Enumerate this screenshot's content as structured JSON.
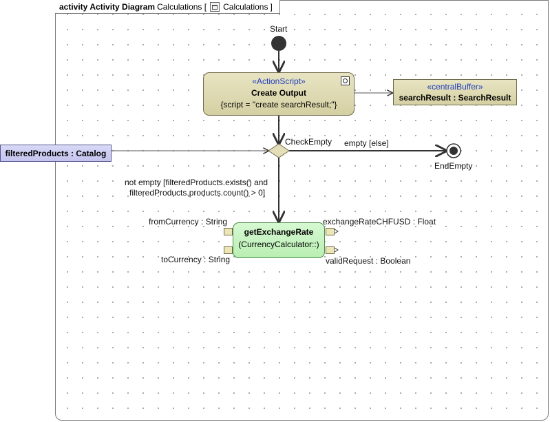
{
  "frame": {
    "kind": "activity",
    "diagram_type": "Activity Diagram",
    "owner_prefix": "Calculations [",
    "owner_name": "Calculations",
    "owner_suffix": "]",
    "icon": "activity-icon"
  },
  "nodes": {
    "start": {
      "label": "Start"
    },
    "create_output": {
      "stereotype": "«ActionScript»",
      "name": "Create Output",
      "body": "{script = \"create searchResult;\"}"
    },
    "search_result": {
      "stereotype": "«centralBuffer»",
      "name": "searchResult : SearchResult"
    },
    "filtered_products": {
      "name": "filteredProducts : Catalog"
    },
    "decision": {
      "label": "CheckEmpty"
    },
    "end": {
      "label": "EndEmpty"
    },
    "get_exchange_rate": {
      "name": "getExchangeRate",
      "sub": "(CurrencyCalculator::)"
    }
  },
  "edges": {
    "else_guard": "empty [else]",
    "not_empty_guard_line1": "not empty [filteredProducts.exists() and",
    "not_empty_guard_line2": "filteredProducts.products.count() > 0]"
  },
  "pins": {
    "from_currency": "fromCurrency : String",
    "to_currency": "toCurrency : String",
    "exchange_rate": "exchangeRateCHFUSD : Float",
    "valid_request": "validRequest : Boolean"
  },
  "colors": {
    "action": "#ddd8b0",
    "object_node": "#c8c8f0",
    "call_action": "#c4f4bd",
    "stereotype": "#1f3fbf"
  }
}
